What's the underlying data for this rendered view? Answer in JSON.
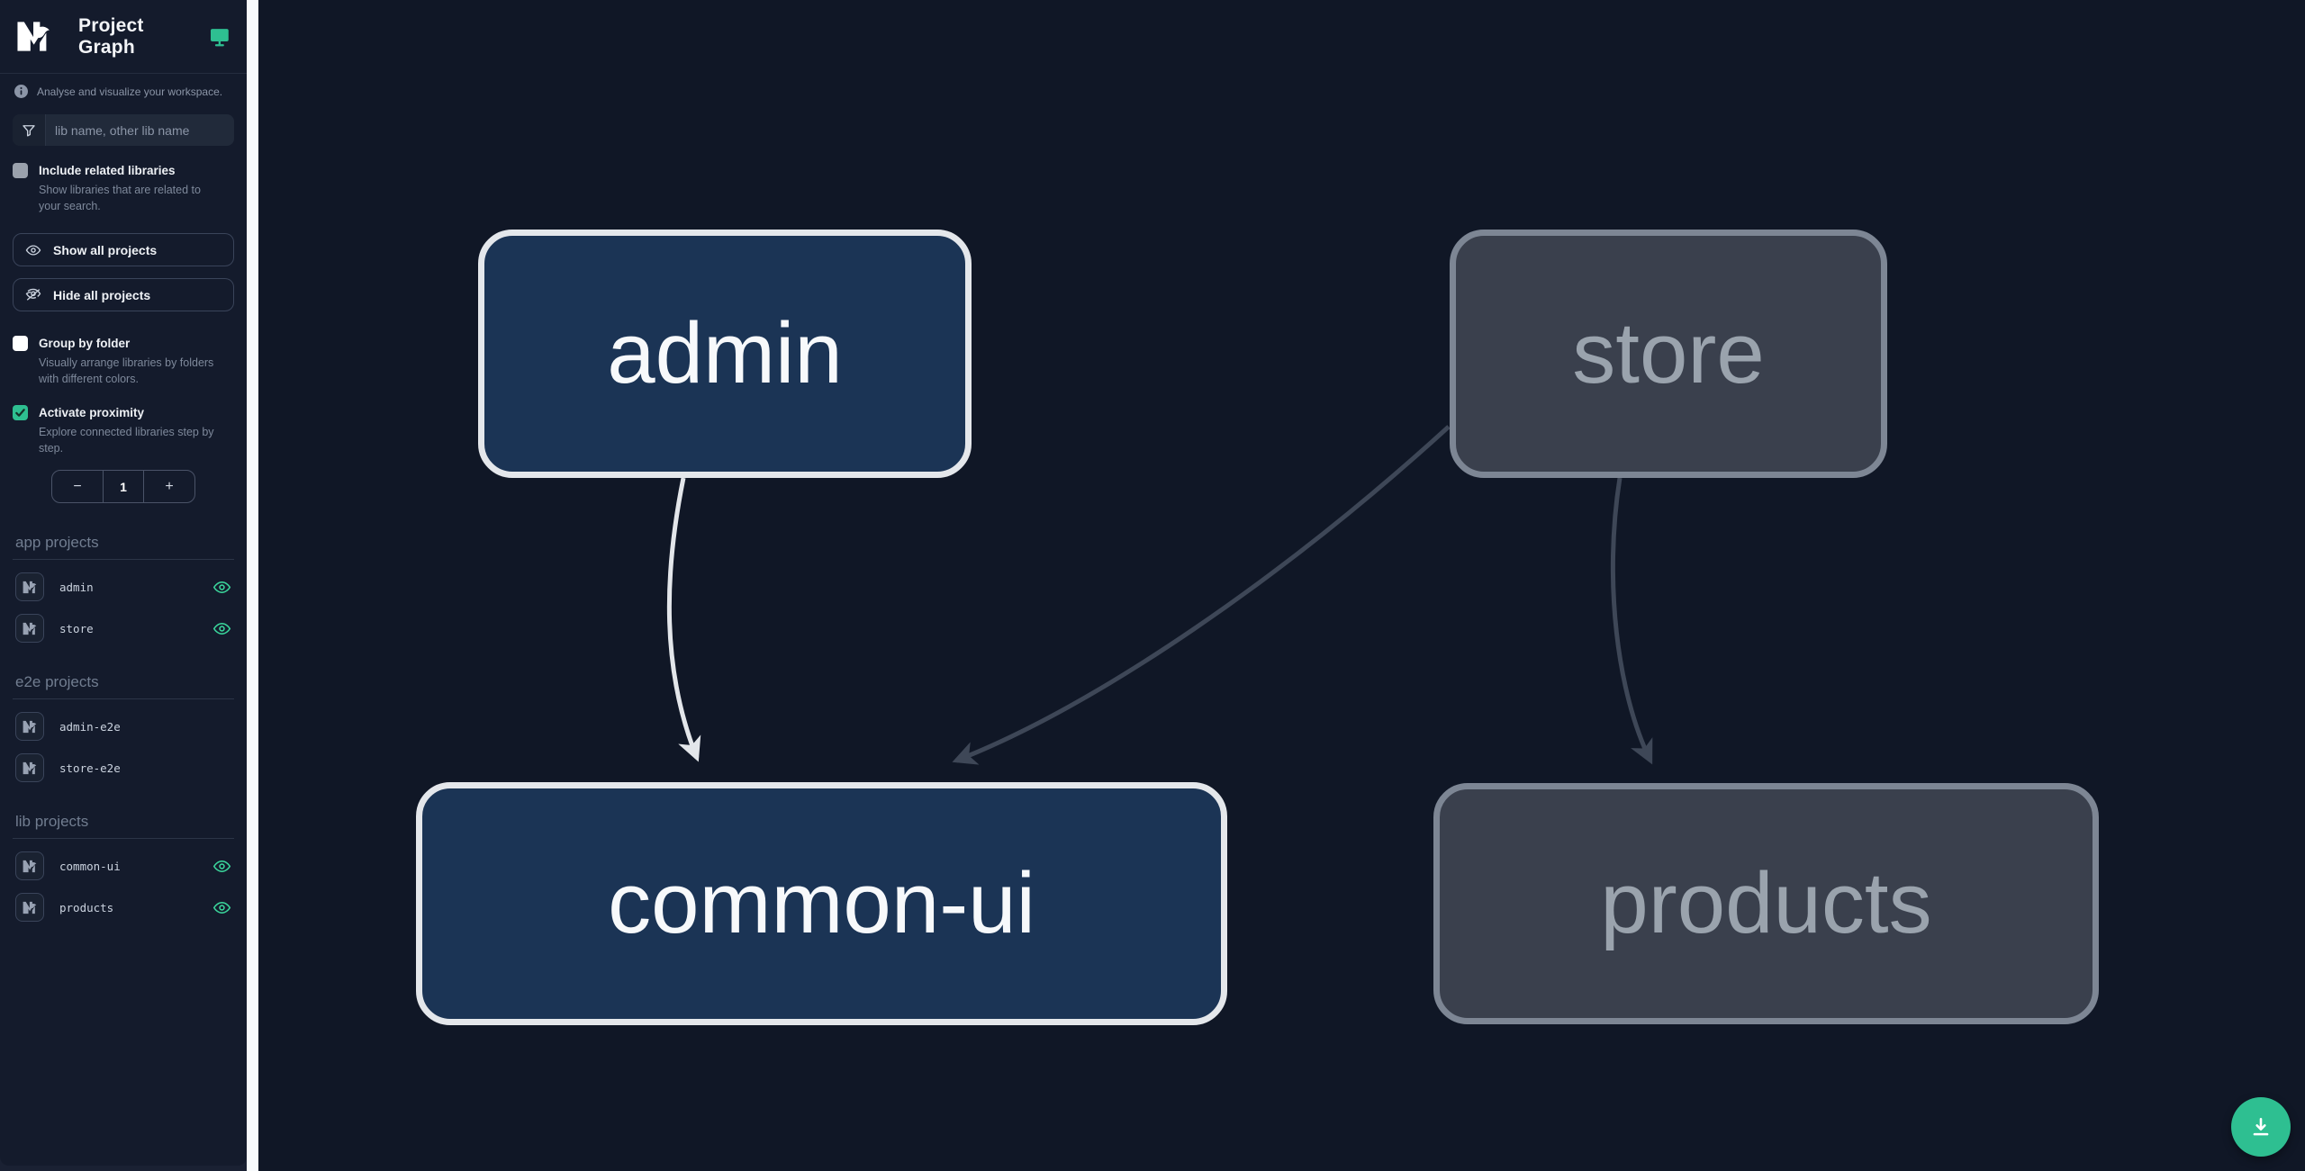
{
  "header": {
    "title": "Project Graph"
  },
  "sidebar": {
    "tagline": "Analyse and visualize your workspace.",
    "search": {
      "placeholder": "lib name, other lib name"
    },
    "toggles": [
      {
        "label": "Include related libraries",
        "description": "Show libraries that are related to your search.",
        "checked": false
      },
      {
        "label": "Group by folder",
        "description": "Visually arrange libraries by folders with different colors.",
        "checked": false
      },
      {
        "label": "Activate proximity",
        "description": "Explore connected libraries step by step.",
        "checked": true
      }
    ],
    "buttons": {
      "show_all": "Show all projects",
      "hide_all": "Hide all projects"
    },
    "stepper": {
      "decrement": "−",
      "value": "1",
      "increment": "+"
    },
    "sections": [
      {
        "title": "app projects",
        "items": [
          {
            "name": "admin",
            "visible": true
          },
          {
            "name": "store",
            "visible": true
          }
        ]
      },
      {
        "title": "e2e projects",
        "items": [
          {
            "name": "admin-e2e",
            "visible": false
          },
          {
            "name": "store-e2e",
            "visible": false
          }
        ]
      },
      {
        "title": "lib projects",
        "items": [
          {
            "name": "common-ui",
            "visible": true
          },
          {
            "name": "products",
            "visible": true
          }
        ]
      }
    ]
  },
  "graph": {
    "nodes": [
      {
        "id": "admin",
        "label": "admin",
        "state": "focused"
      },
      {
        "id": "store",
        "label": "store",
        "state": "faded"
      },
      {
        "id": "common-ui",
        "label": "common-ui",
        "state": "focused"
      },
      {
        "id": "products",
        "label": "products",
        "state": "faded"
      }
    ],
    "edges": [
      {
        "from": "admin",
        "to": "common-ui",
        "state": "focused"
      },
      {
        "from": "store",
        "to": "common-ui",
        "state": "faded"
      },
      {
        "from": "store",
        "to": "products",
        "state": "faded"
      }
    ]
  },
  "icons": {
    "logo": "nx-logo",
    "header_right": "monitor-icon",
    "tagline": "info-icon",
    "search": "funnel-icon",
    "show_all": "eye-icon",
    "hide_all": "eye-off-icon",
    "project_visibility": "eye-icon",
    "fab": "download-icon"
  },
  "colors": {
    "accent_green": "#2ebf91",
    "eye_green": "#3ad39a",
    "canvas_bg": "#101726",
    "sidebar_bg": "#141b2c",
    "divider": "#f8fafc",
    "node_focused_bg": "#1b3455",
    "node_focused_border": "#e4e7eb",
    "node_faded_bg": "#3a404d",
    "node_faded_border": "#7d8694",
    "node_faded_text": "#9aa3ad",
    "edge_focused": "#e3e6ea",
    "edge_faded": "#3e4757"
  }
}
